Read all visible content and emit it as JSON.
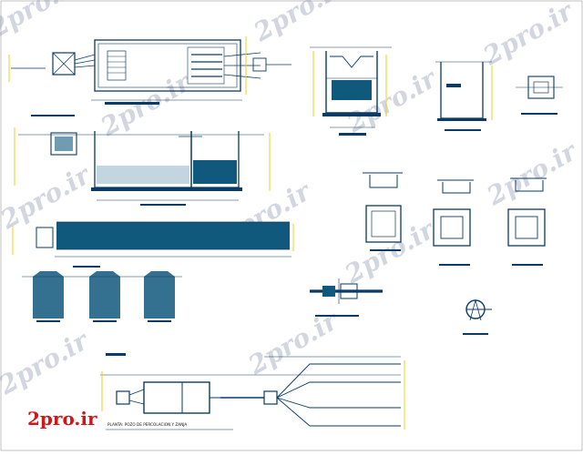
{
  "brand": {
    "logo_text": "2pro.ir",
    "color": "#d0161b"
  },
  "watermarks": [
    "2pro.ir",
    "2pro.ir",
    "2pro.ir",
    "2pro.ir",
    "2pro.ir",
    "2pro.ir",
    "2pro.ir",
    "2pro.ir",
    "2pro.ir",
    "2pro.ir",
    "2pro.ir"
  ],
  "drawing": {
    "line_color": "#0a3a66",
    "accent_color": "#10587c",
    "dimension_color": "#f2d21b",
    "labels": {
      "bottom_plan": "PLANTA: POZO DE PERCOLACION Y ZANJA"
    }
  }
}
